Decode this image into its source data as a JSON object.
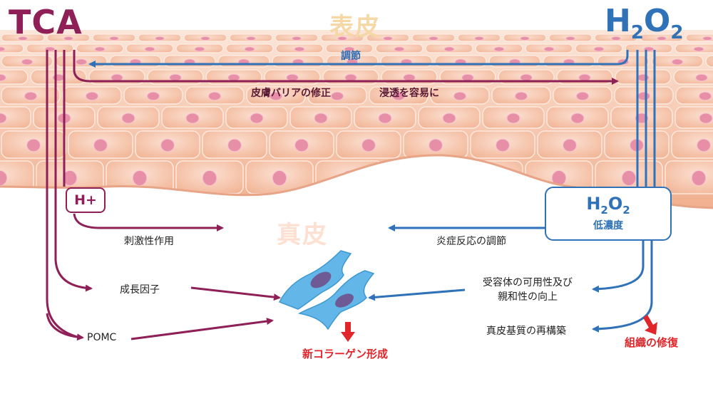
{
  "left_agent": "TCA",
  "right_agent": {
    "base": "H",
    "sub1": "2",
    "mid": "O",
    "sub2": "2"
  },
  "layers": {
    "epidermis": "表皮",
    "dermis": "真皮"
  },
  "top_labels": {
    "regulation": "調節",
    "barrier_repair": "皮膚バリアの修正",
    "penetration": "浸透を容易に"
  },
  "h_plus": "H+",
  "low_conc_box": {
    "base": "H",
    "sub1": "2",
    "mid": "O",
    "sub2": "2",
    "caption": "低濃度"
  },
  "left_labels": {
    "stimulation": "刺激性作用",
    "growth_factor": "成長因子",
    "pomc": "POMC"
  },
  "right_labels": {
    "inflammation": "炎症反応の調節",
    "receptor_line1": "受容体の可用性及び",
    "receptor_line2": "親和性の向上",
    "matrix": "真皮基質の再構築"
  },
  "outcomes": {
    "collagen": "新コラーゲン形成",
    "tissue_repair": "組織の修復"
  },
  "colors": {
    "tca": "#8e1f57",
    "h2o2": "#2f72b8",
    "skin": "#f6c3a6",
    "cell_nucleus": "#e88fa8",
    "fibroblast": "#5fb3e6",
    "outcome_red": "#e0262b"
  }
}
